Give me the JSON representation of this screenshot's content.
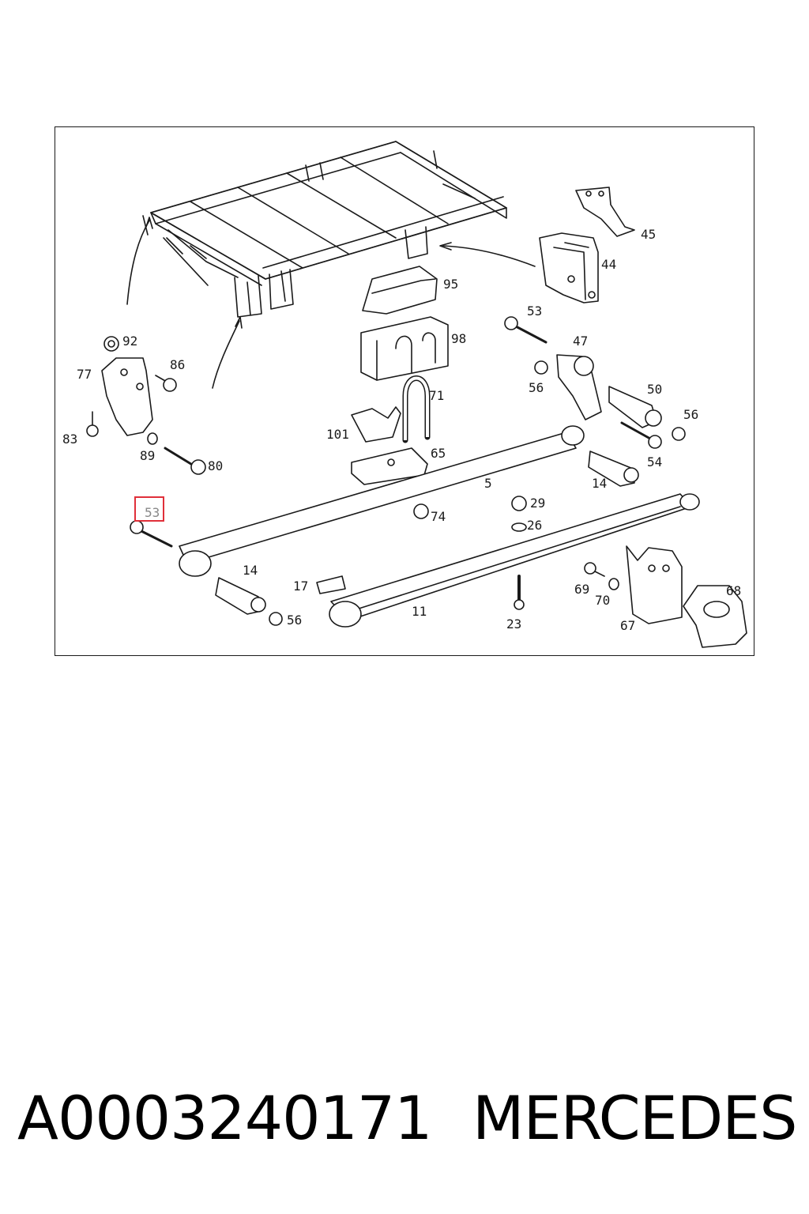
{
  "diagram": {
    "callouts": [
      {
        "id": "c45",
        "label": "45"
      },
      {
        "id": "c44",
        "label": "44"
      },
      {
        "id": "c95",
        "label": "95"
      },
      {
        "id": "c53top",
        "label": "53"
      },
      {
        "id": "c47",
        "label": "47"
      },
      {
        "id": "c92",
        "label": "92"
      },
      {
        "id": "c98",
        "label": "98"
      },
      {
        "id": "c86",
        "label": "86"
      },
      {
        "id": "c77",
        "label": "77"
      },
      {
        "id": "c56a",
        "label": "56"
      },
      {
        "id": "c50",
        "label": "50"
      },
      {
        "id": "c71",
        "label": "71"
      },
      {
        "id": "c56b",
        "label": "56"
      },
      {
        "id": "c83",
        "label": "83"
      },
      {
        "id": "c101",
        "label": "101"
      },
      {
        "id": "c54",
        "label": "54"
      },
      {
        "id": "c89",
        "label": "89"
      },
      {
        "id": "c65",
        "label": "65"
      },
      {
        "id": "c80",
        "label": "80"
      },
      {
        "id": "c5",
        "label": "5"
      },
      {
        "id": "c14a",
        "label": "14"
      },
      {
        "id": "c53hl",
        "label": "53"
      },
      {
        "id": "c29",
        "label": "29"
      },
      {
        "id": "c74",
        "label": "74"
      },
      {
        "id": "c26",
        "label": "26"
      },
      {
        "id": "c14b",
        "label": "14"
      },
      {
        "id": "c17",
        "label": "17"
      },
      {
        "id": "c69",
        "label": "69"
      },
      {
        "id": "c68",
        "label": "68"
      },
      {
        "id": "c70",
        "label": "70"
      },
      {
        "id": "c11",
        "label": "11"
      },
      {
        "id": "c56c",
        "label": "56"
      },
      {
        "id": "c23",
        "label": "23"
      },
      {
        "id": "c67",
        "label": "67"
      }
    ],
    "highlighted_callout": "53",
    "highlight_color": "#e0303a"
  },
  "caption": {
    "part_number": "A0003240171",
    "brand": "MERCEDES"
  }
}
